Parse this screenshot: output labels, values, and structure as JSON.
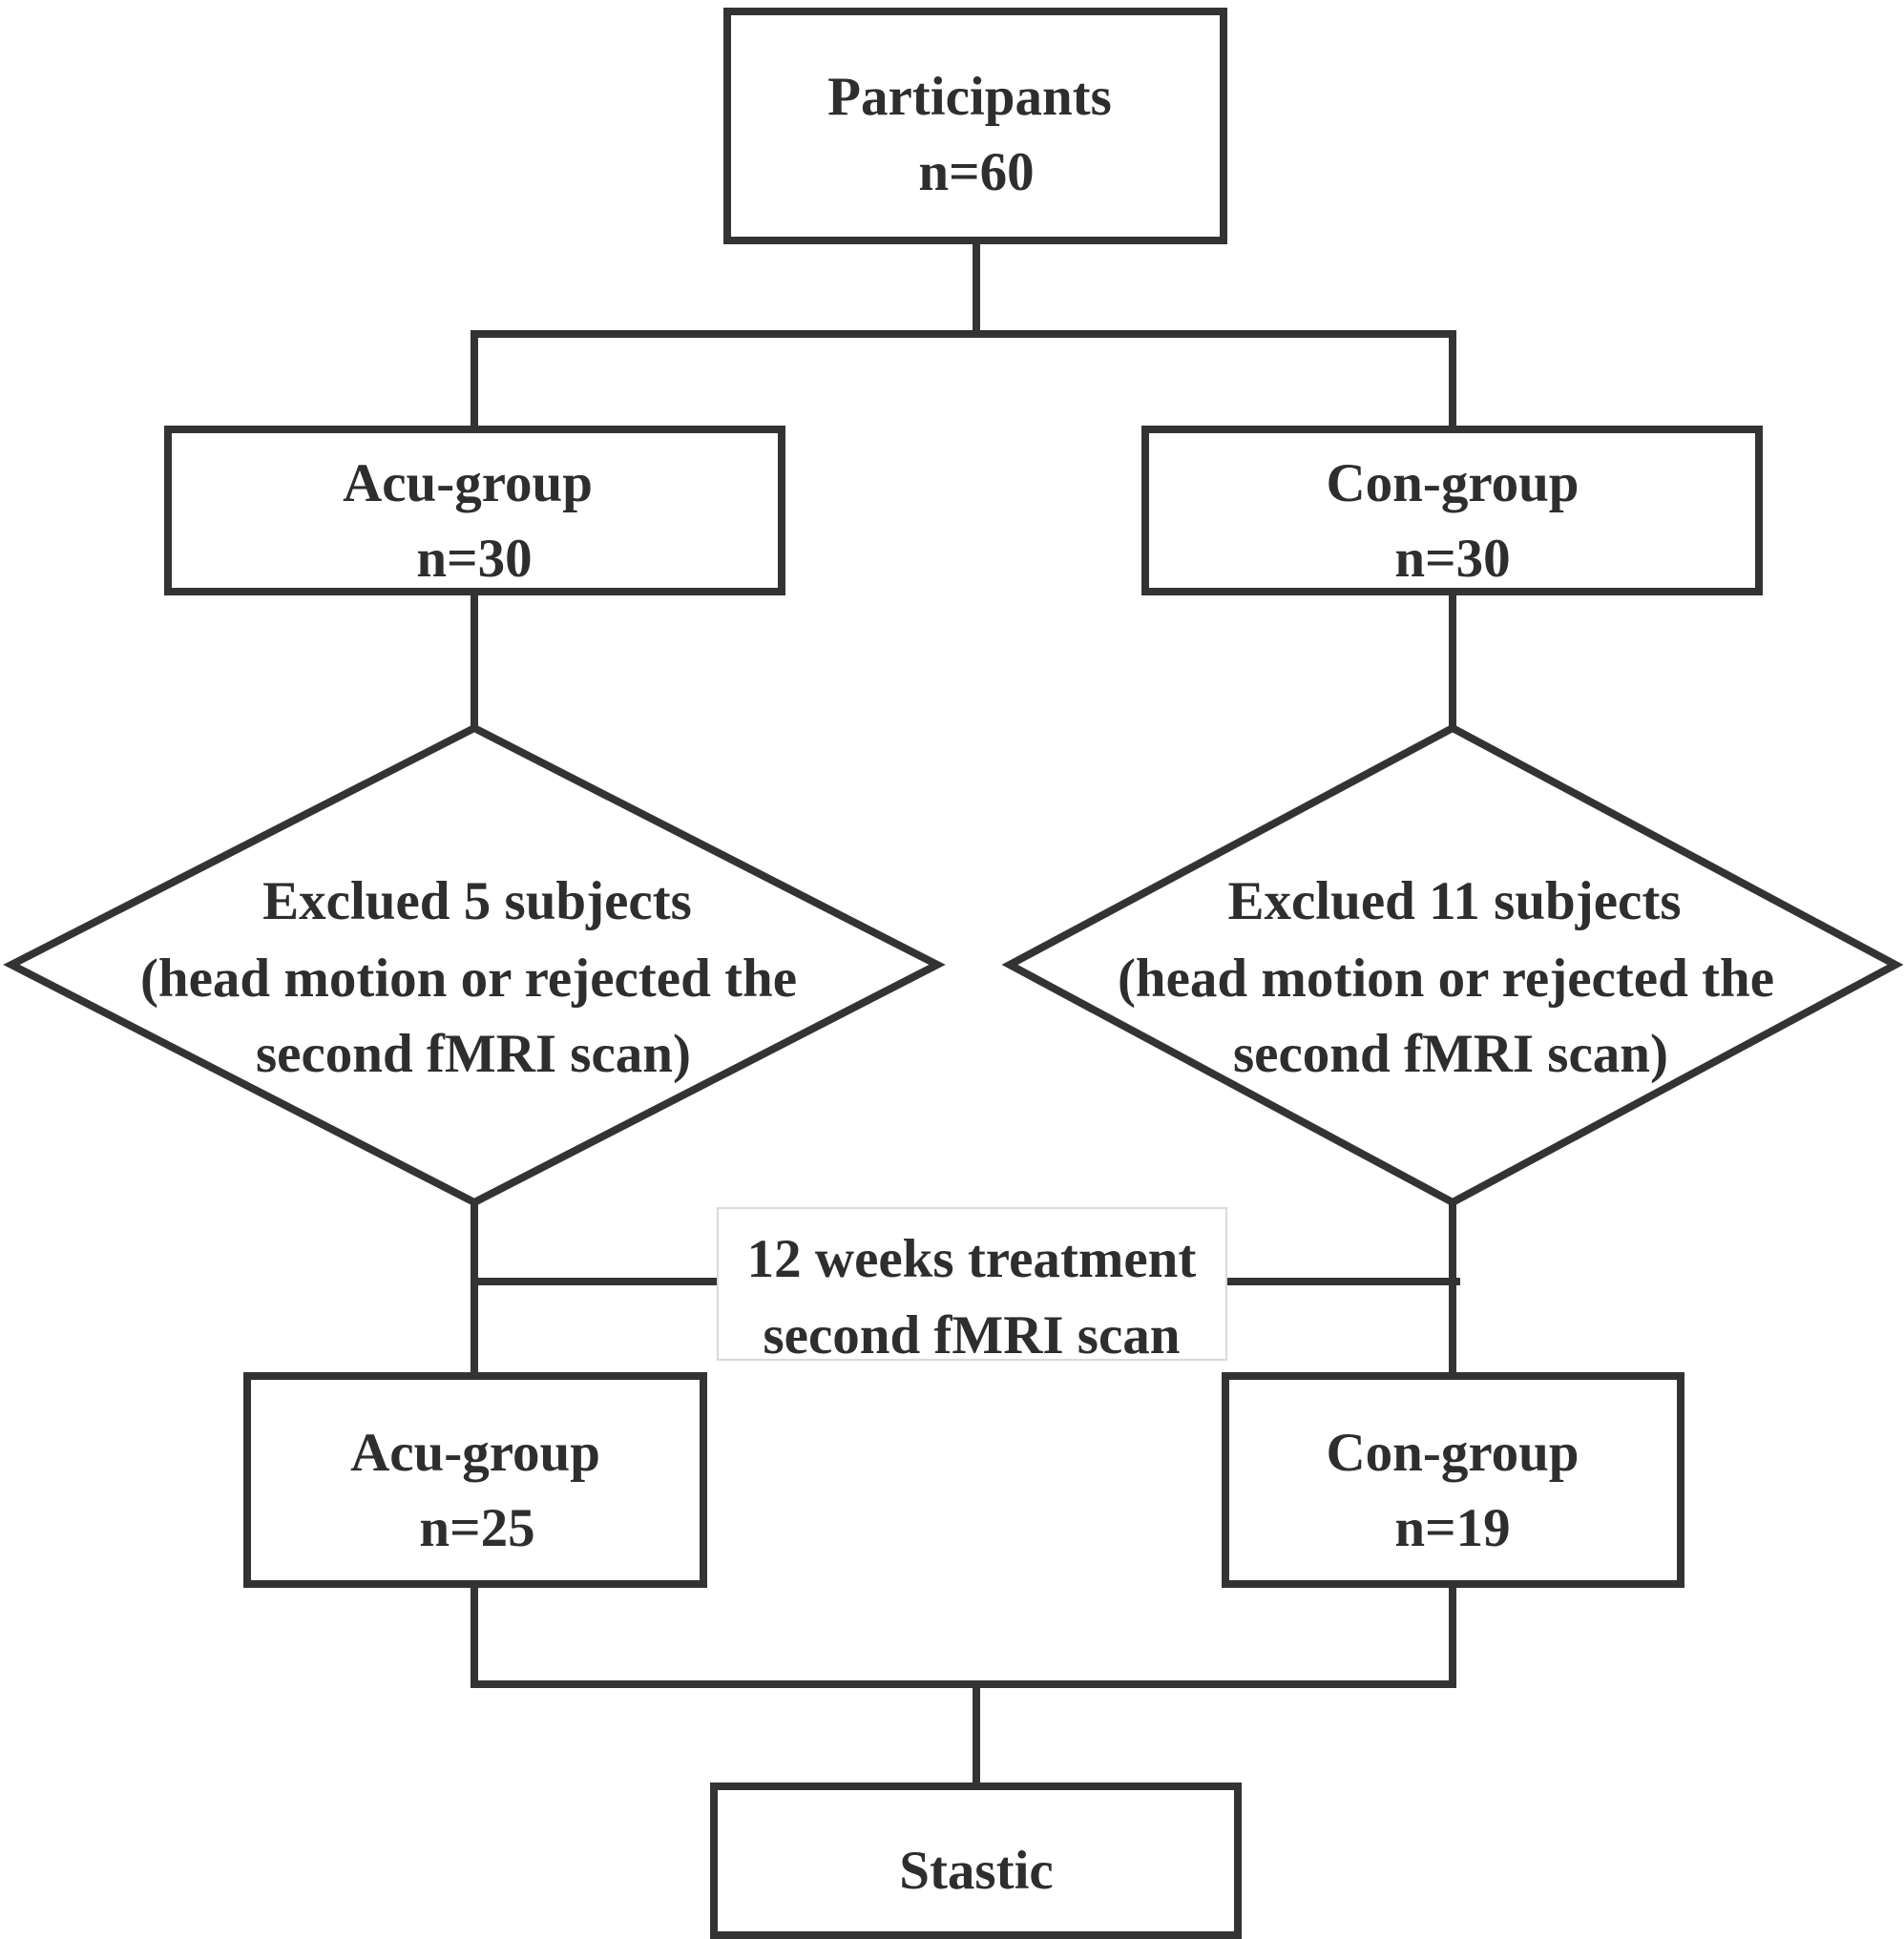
{
  "nodes": {
    "participants": {
      "line1": "Participants",
      "line2": "n=60"
    },
    "acu_group_1": {
      "line1": "Acu-group",
      "line2": "n=30"
    },
    "con_group_1": {
      "line1": "Con-group",
      "line2": "n=30"
    },
    "acu_exclusion": {
      "line1": "Exclued 5 subjects",
      "line2": "(head motion or rejected the",
      "line3": "second fMRI scan)"
    },
    "con_exclusion": {
      "line1": "Exclued 11 subjects",
      "line2": "(head motion or rejected the",
      "line3": "second fMRI scan)"
    },
    "treatment_label": {
      "line1": "12 weeks treatment",
      "line2": "second fMRI scan"
    },
    "acu_group_2": {
      "line1": "Acu-group",
      "line2": "n=25"
    },
    "con_group_2": {
      "line1": "Con-group",
      "line2": "n=19"
    },
    "statistic": {
      "line1": "Stastic"
    }
  },
  "colors": {
    "stroke": "#333333",
    "text": "#2e2e2e",
    "label_border": "#d9d9d9"
  }
}
